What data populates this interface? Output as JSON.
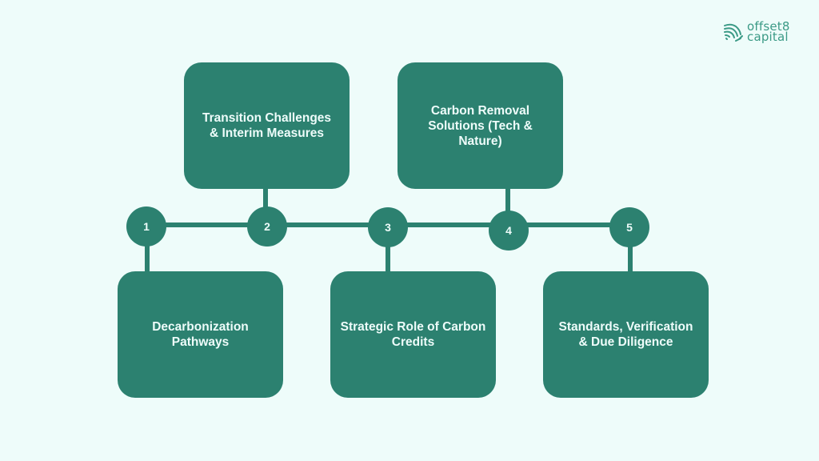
{
  "logo": {
    "icon": "fingerprint-leaf-icon",
    "line1": "offset8",
    "line2": "capital",
    "color": "#3b9a86"
  },
  "colors": {
    "background": "#eefcfa",
    "accent": "#2c8170",
    "text_on_accent": "#eefcfa"
  },
  "steps": [
    {
      "number": "1",
      "label": "Decarbonization Pathways",
      "position": "below"
    },
    {
      "number": "2",
      "label": "Transition Challenges & Interim Measures",
      "position": "above"
    },
    {
      "number": "3",
      "label": "Strategic Role of Carbon Credits",
      "position": "below"
    },
    {
      "number": "4",
      "label": "Carbon Removal Solutions (Tech & Nature)",
      "position": "above"
    },
    {
      "number": "5",
      "label": "Standards, Verification & Due Diligence",
      "position": "below"
    }
  ]
}
